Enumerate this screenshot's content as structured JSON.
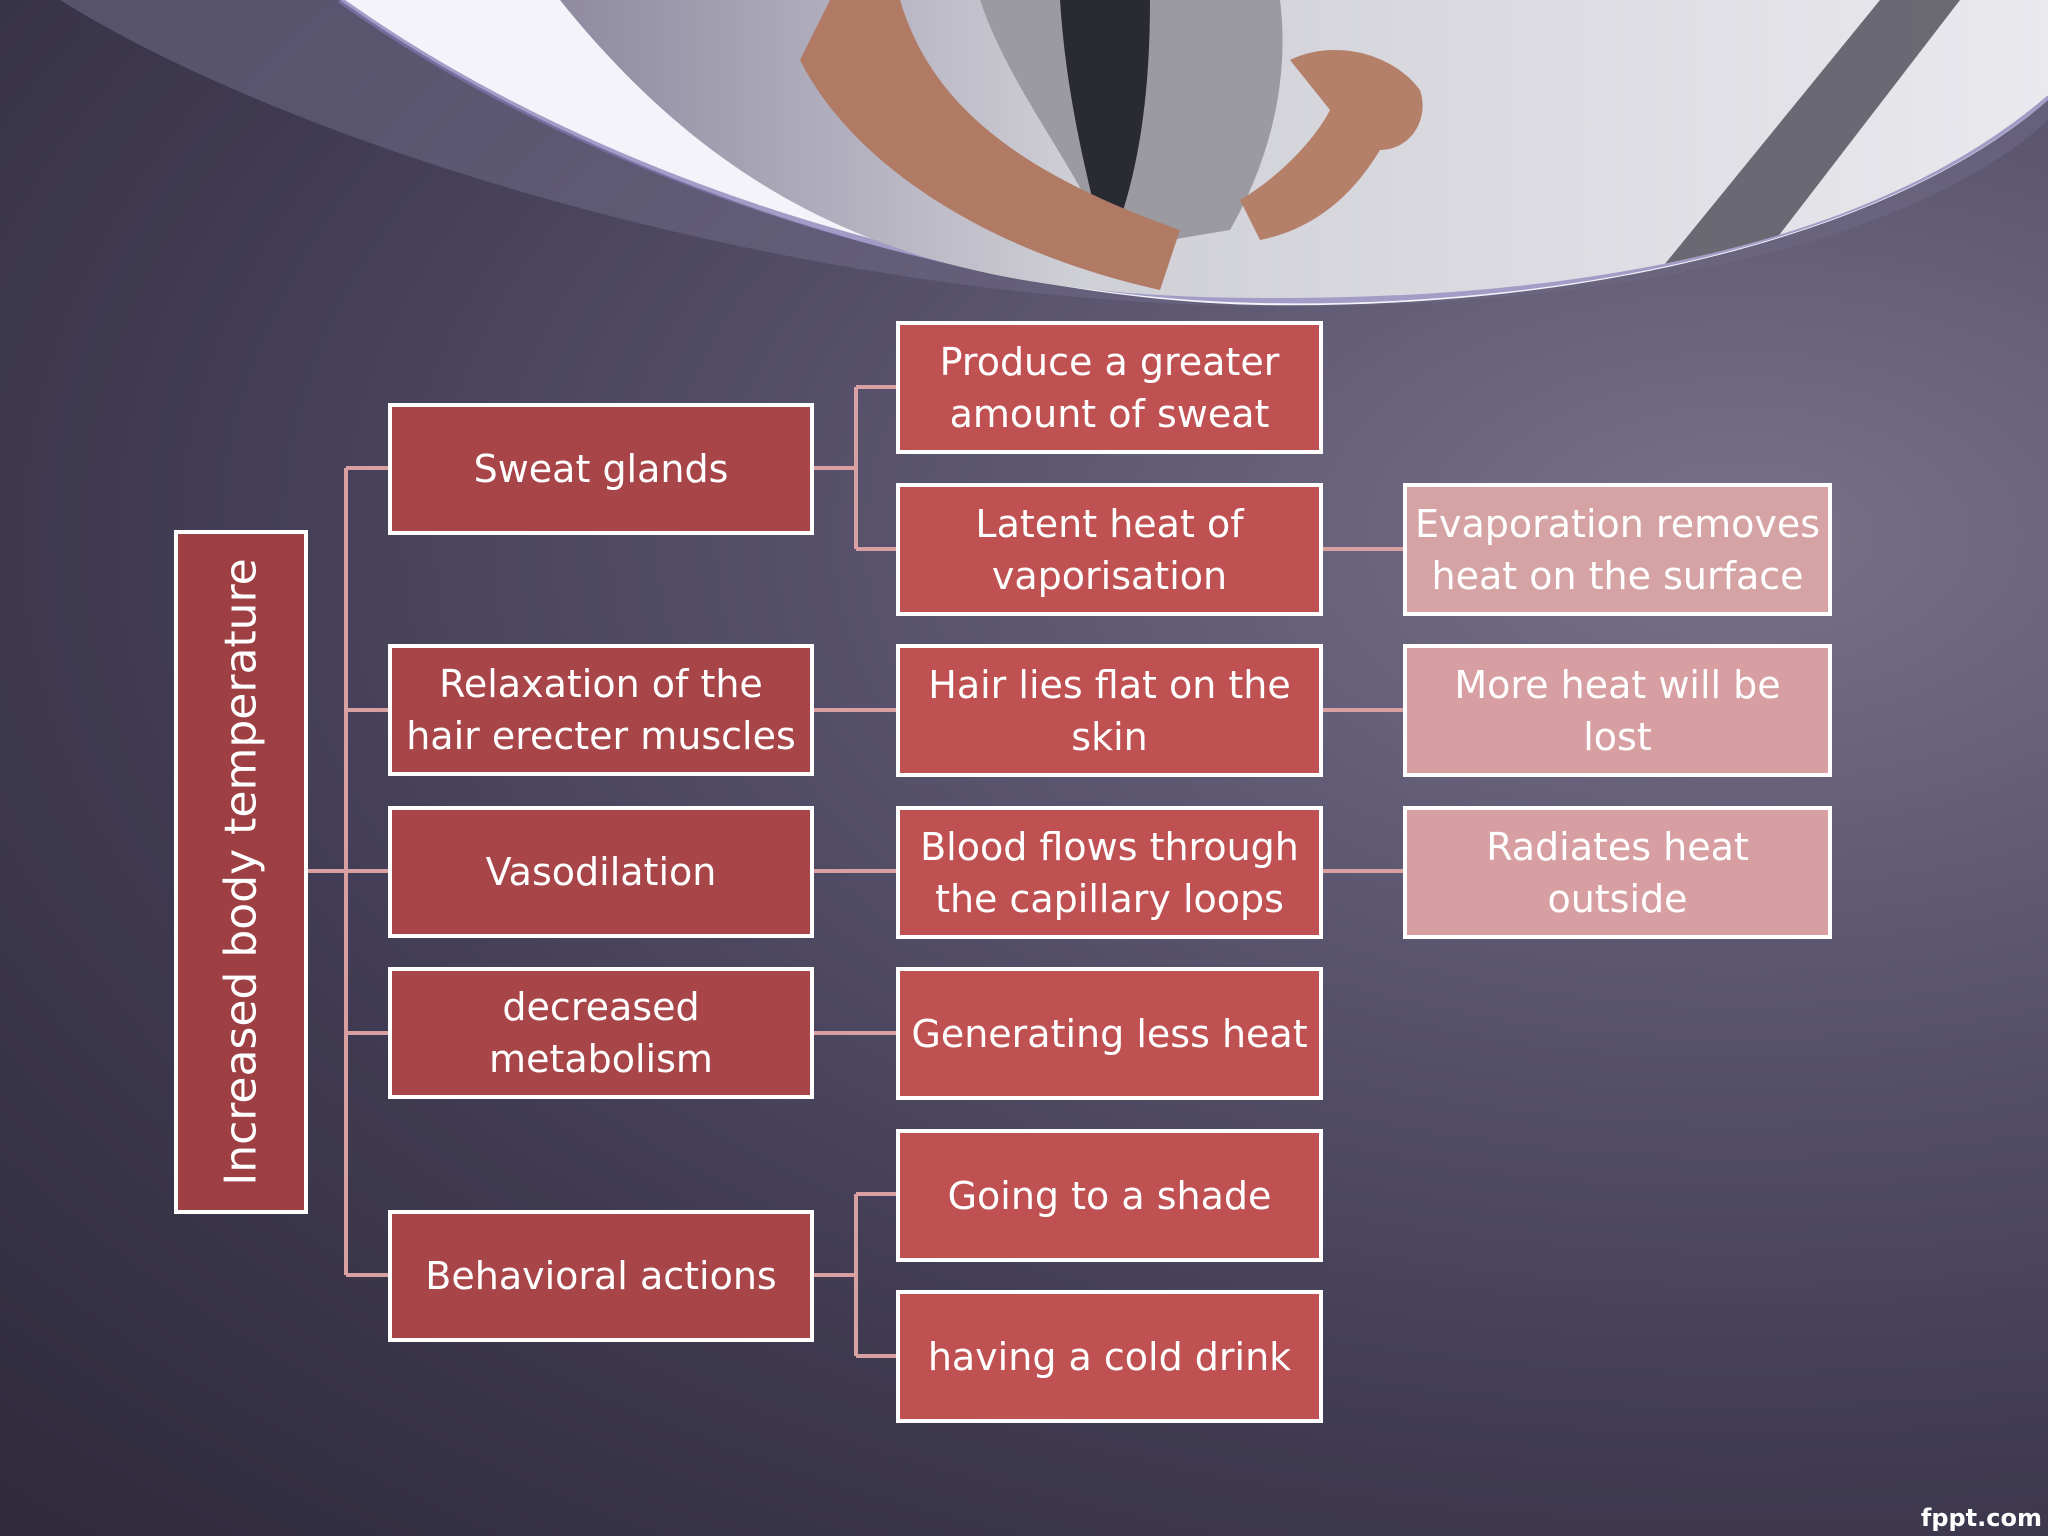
{
  "root": {
    "label": "Increased body temperature"
  },
  "branches": {
    "sweat_glands": {
      "label": "Sweat glands",
      "children": {
        "more_sweat": "Produce a greater amount of sweat",
        "latent_heat": "Latent heat of vaporisation"
      },
      "outcome": "Evaporation removes heat on the surface"
    },
    "hair_muscles": {
      "label": "Relaxation of the hair erecter muscles",
      "child": "Hair lies flat on the skin",
      "outcome": "More heat will be lost"
    },
    "vasodilation": {
      "label": "Vasodilation",
      "child": "Blood flows through the capillary loops",
      "outcome": "Radiates heat outside"
    },
    "metabolism": {
      "label": "decreased metabolism",
      "child": "Generating less heat"
    },
    "behavioral": {
      "label": "Behavioral actions",
      "children": {
        "shade": "Going to a shade",
        "cold_drink": "having a cold drink"
      }
    }
  },
  "footer": {
    "brand": "fppt.com"
  },
  "colors": {
    "root_fill": "#9e3f44",
    "level1_fill": "#a84549",
    "level2_fill": "#c05152",
    "level3_fill": "#d79fa1",
    "connector": "#d9a0a2",
    "border": "#ffffff"
  },
  "banner": {
    "image": "person-on-treadmill-photo"
  }
}
